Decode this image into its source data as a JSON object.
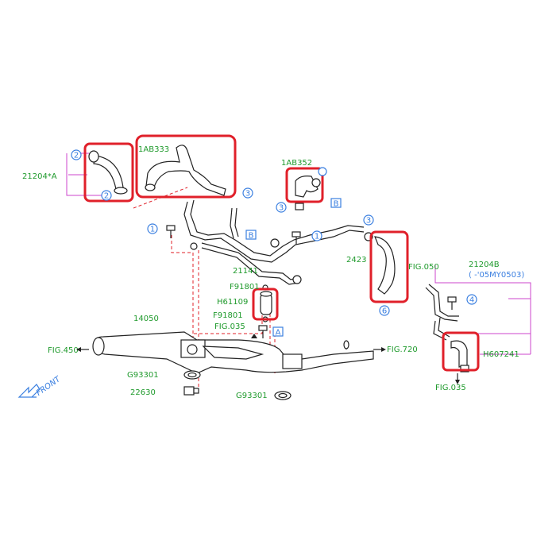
{
  "labels": {
    "p21204A": "21204*A",
    "p1AB333": "1AB333",
    "p1AB352": "1AB352",
    "p21141": "21141",
    "p2423": "2423",
    "fig050": "FIG.050",
    "p21204B": "21204B",
    "p21204B_note": "( -'05MY0503)",
    "pF91801a": "F91801",
    "pH61109": "H61109",
    "pF91801b": "F91801",
    "fig035a": "FIG.035",
    "p14050": "14050",
    "fig450": "FIG.450",
    "fig720": "FIG.720",
    "pH607241": "H607241",
    "pG93301a": "G93301",
    "p22630": "22630",
    "pG93301b": "G93301",
    "fig035b": "FIG.035",
    "front": "FRONT"
  },
  "callouts": {
    "c1": "1",
    "c2": "2",
    "c3": "3",
    "c4": "4",
    "c6": "6"
  },
  "boxes": {
    "A": "A",
    "B": "B"
  },
  "colors": {
    "label": "#1f9a2c",
    "callout": "#3a7fe0",
    "highlight": "#e0202a",
    "leader": "#cc44cc"
  }
}
